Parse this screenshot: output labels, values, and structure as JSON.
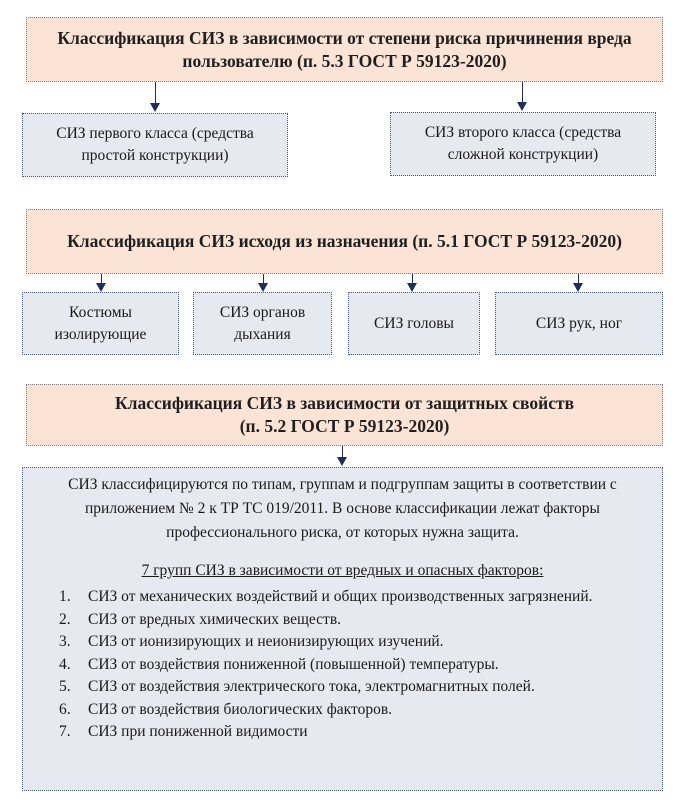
{
  "block1": {
    "header": "Классификация СИЗ в зависимости от степени риска причинения вреда пользователю (п. 5.3 ГОСТ Р 59123-2020)",
    "classes": [
      "СИЗ первого класса (средства простой конструкции)",
      "СИЗ второго класса (средства сложной конструкции)"
    ]
  },
  "block2": {
    "header": "Классификация СИЗ исходя из назначения (п. 5.1 ГОСТ Р 59123-2020)",
    "items": [
      "Костюмы изолирующие",
      "СИЗ органов дыхания",
      "СИЗ головы",
      "СИЗ рук, ног"
    ]
  },
  "block3": {
    "header_line1": "Классификация СИЗ в зависимости от защитных свойств",
    "header_line2": "(п. 5.2 ГОСТ Р 59123-2020)",
    "intro": "СИЗ классифицируются по типам, группам и подгруппам защиты в соответствии с приложением № 2 к ТР ТС 019/2011. В основе классификации лежат факторы профессионального риска, от которых нужна защита.",
    "groups_title": "7 групп СИЗ в зависимости от вредных и опасных факторов:",
    "groups": [
      {
        "num": "1.",
        "text": "СИЗ от механических воздействий и общих производственных загрязнений."
      },
      {
        "num": "2.",
        "text": "СИЗ от вредных химических веществ."
      },
      {
        "num": "3.",
        "text": "СИЗ от ионизирующих и неионизирующих изучений."
      },
      {
        "num": "4.",
        "text": "СИЗ от воздействия пониженной (повышенной) температуры."
      },
      {
        "num": "5.",
        "text": "СИЗ от воздействия электрического тока, электромагнитных полей."
      },
      {
        "num": "6.",
        "text": "СИЗ от воздействия биологических факторов."
      },
      {
        "num": "7.",
        "text": "СИЗ при пониженной видимости"
      }
    ]
  },
  "colors": {
    "header_bg": "#fbe4d5",
    "box_bg": "#e7e9f0",
    "arrow": "#1f2f5a"
  }
}
